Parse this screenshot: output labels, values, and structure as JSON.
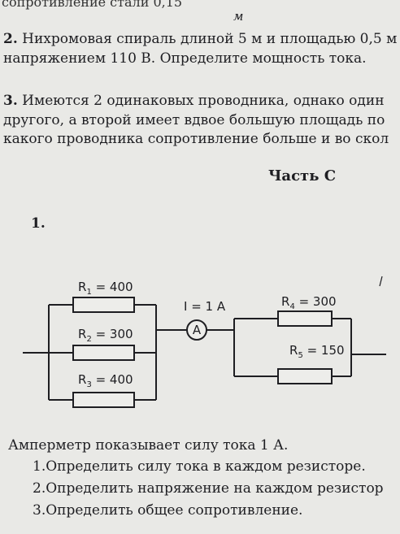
{
  "header_cut": "сопротивление стали 0,15",
  "unit": "м",
  "q2": {
    "number": "2.",
    "line1": "Нихромовая спираль длиной 5 м и площадью 0,5 м",
    "line2": "напряжением 110 В. Определите мощность тока."
  },
  "q3": {
    "number": "3.",
    "line1": "Имеются 2 одинаковых проводника, однако один",
    "line2": "другого, а второй имеет вдвое большую площадь по",
    "line3": "какого проводника сопротивление больше и во скол"
  },
  "part_title": "Часть С",
  "task_number": "1.",
  "circuit": {
    "r1": {
      "name": "R",
      "sub": "1",
      "value": " = 400"
    },
    "r2": {
      "name": "R",
      "sub": "2",
      "value": " = 300"
    },
    "r3": {
      "name": "R",
      "sub": "3",
      "value": " = 400"
    },
    "r4": {
      "name": "R",
      "sub": "4",
      "value": " = 300"
    },
    "r5": {
      "name": "R",
      "sub": "5",
      "value": " = 150"
    },
    "current": "I = 1 A",
    "ammeter": "A"
  },
  "statement": "Амперметр показывает силу тока 1 А.",
  "tasks": [
    "1.Определить силу тока в каждом резисторе.",
    "2.Определить напряжение на каждом резистор",
    "3.Определить общее сопротивление."
  ]
}
